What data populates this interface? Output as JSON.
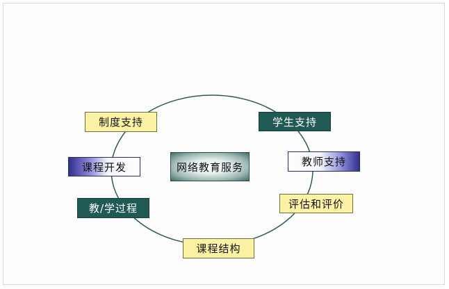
{
  "center": {
    "label": "网络教育服务"
  },
  "nodes": {
    "policy": "制度支持",
    "student": "学生支持",
    "course_dev": "课程开发",
    "teacher": "教师支持",
    "process": "教/学过程",
    "assessment": "评估和评价",
    "structure": "课程结构"
  },
  "colors": {
    "ring": "#2d5b57",
    "yellow": "#fbf3a3",
    "teal": "#1f5a55",
    "blue": "#2f2f8f"
  }
}
